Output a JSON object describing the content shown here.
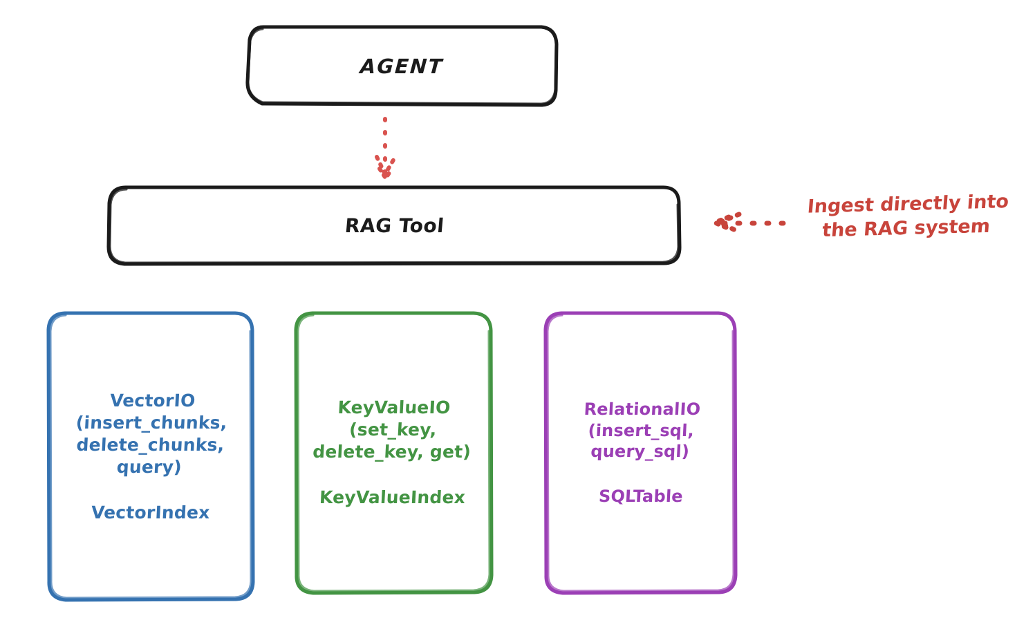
{
  "diagram": {
    "title": "RAG Tool storage abstraction diagram",
    "background": "#ffffff",
    "nodes": {
      "agent": {
        "label": "AGENT",
        "stroke": "#1b1b1b"
      },
      "rag_tool": {
        "label": "RAG Tool",
        "stroke": "#1b1b1b"
      },
      "vector": {
        "interface": "VectorIO\n(insert_chunks,\ndelete_chunks,\nquery)",
        "index": "VectorIndex",
        "stroke": "#3572b0"
      },
      "keyvalue": {
        "interface": "KeyValueIO\n(set_key,\ndelete_key, get)",
        "index": "KeyValueIndex",
        "stroke": "#439443"
      },
      "relational": {
        "interface": "RelationalIO\n(insert_sql,\nquery_sql)",
        "index": "SQLTable",
        "stroke": "#9b3fb5"
      }
    },
    "edges": {
      "agent_to_rag": {
        "style": "dotted",
        "direction": "down",
        "color": "#d9534f"
      },
      "ingest_arrow": {
        "style": "dotted",
        "direction": "left",
        "color": "#c8443b"
      }
    },
    "annotation": {
      "text": "Ingest directly into\nthe RAG system",
      "color": "#c8443b"
    }
  }
}
